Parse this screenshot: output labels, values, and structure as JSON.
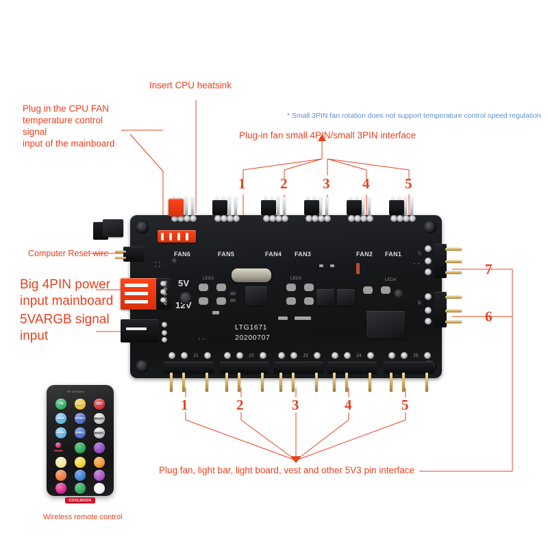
{
  "annotations": {
    "insert_cpu_heatsink": "Insert CPU heatsink",
    "cpu_fan_signal": "Plug in the CPU FAN\ntemperature control signal\ninput of the mainboard",
    "plug_in_fan_4pin_3pin": "Plug-in fan small 4PIN/small 3PIN interface",
    "note_3pin": "* Small 3PIN fan rotation does not support temperature control speed regulation",
    "computer_reset_wire": "Computer Reset wire",
    "big_4pin_power": "Big 4PIN power\ninput mainboard",
    "argb_signal_input": "5VARGB signal\ninput",
    "bottom_caption": "Plug fan, light bar, light board, vest and other 5V3 pin interface",
    "remote_caption": "Wireless remote control"
  },
  "callout_numbers": {
    "top": [
      "1",
      "2",
      "3",
      "4",
      "5"
    ],
    "bottom": [
      "1",
      "2",
      "3",
      "4",
      "5"
    ],
    "right": [
      "7",
      "6"
    ]
  },
  "board": {
    "part_number": "LTG1671",
    "date_code": "20200707",
    "voltage_labels": [
      "5V",
      "12V"
    ],
    "fan_headers": [
      "FAN6",
      "FAN5",
      "FAN4",
      "FAN3",
      "FAN2",
      "FAN1"
    ],
    "argb_headers": [
      "J1",
      "J2",
      "J3",
      "J4",
      "J5"
    ],
    "side_headers": [
      "J7",
      "J6"
    ],
    "led_marks": [
      "LED3",
      "LED5",
      "LED4"
    ],
    "argb_silk": "5V-D-G-12V"
  },
  "remote": {
    "brand": "COOLMOON",
    "top_label": "RF Wireless",
    "buttons": [
      {
        "label": "ON",
        "color": "#39b36a"
      },
      {
        "label": "AUTO",
        "color": "#f0c33c"
      },
      {
        "label": "OFF",
        "color": "#e0333c"
      },
      {
        "label": "MODE",
        "color": "#6ab7e8"
      },
      {
        "label": "SPEED+",
        "color": "#4f6fd0"
      },
      {
        "label": "BRIGHT+",
        "color": "#d8dadc"
      },
      {
        "label": "MODE-",
        "color": "#6ab7e8"
      },
      {
        "label": "SPEED-",
        "color": "#4f6fd0"
      },
      {
        "label": "BRIGHT-",
        "color": "#d8dadc"
      },
      {
        "label": "",
        "color": "#c8356e"
      },
      {
        "label": "",
        "color": "#2fa65a"
      },
      {
        "label": "",
        "color": "#8c4bbd"
      },
      {
        "label": "",
        "color": "#f2e39a"
      },
      {
        "label": "",
        "color": "#f0d23a"
      },
      {
        "label": "",
        "color": "#f0962e"
      },
      {
        "label": "",
        "color": "#ef7a3a"
      },
      {
        "label": "",
        "color": "#3f7fd6"
      },
      {
        "label": "",
        "color": "#a855c4"
      },
      {
        "label": "",
        "color": "#d8298e"
      },
      {
        "label": "",
        "color": "#2fa65a"
      },
      {
        "label": "",
        "color": "#f7f7f7"
      }
    ]
  },
  "colors": {
    "accent_red": "#e8401f",
    "note_blue": "#5b8fd0",
    "pcb_black": "#17181b",
    "connector_red": "#ff4518"
  }
}
